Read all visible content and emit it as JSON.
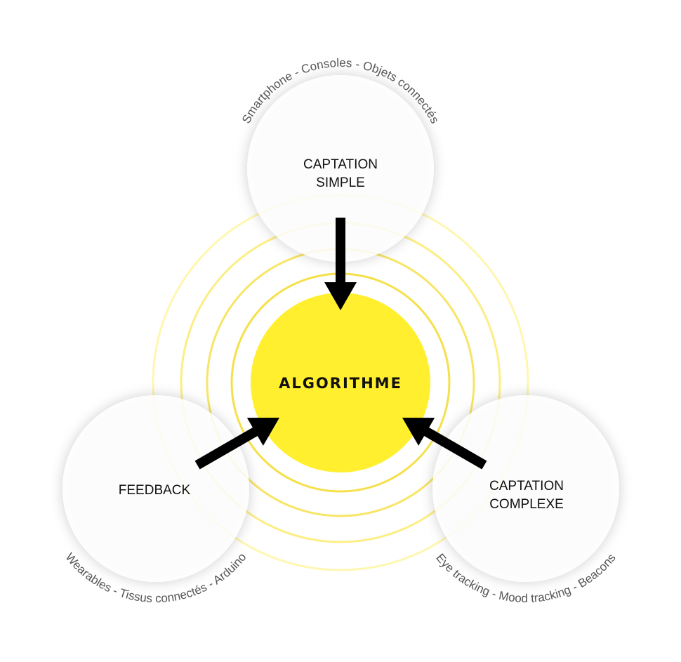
{
  "center": {
    "label": "ALGORITHME"
  },
  "nodes": {
    "top": {
      "line1": "CAPTATION",
      "line2": "SIMPLE",
      "caption": "Smartphone - Consoles - Objets connectés"
    },
    "left": {
      "line1": "FEEDBACK",
      "caption": "Wearables - Tissus connectés - Arduino"
    },
    "right": {
      "line1": "CAPTATION",
      "line2": "COMPLEXE",
      "caption": "Eye tracking - Mood tracking - Beacons"
    }
  },
  "colors": {
    "accent": "#FFEF2E",
    "ring": "#F5E04A",
    "text": "#111111",
    "caption": "#555555"
  }
}
